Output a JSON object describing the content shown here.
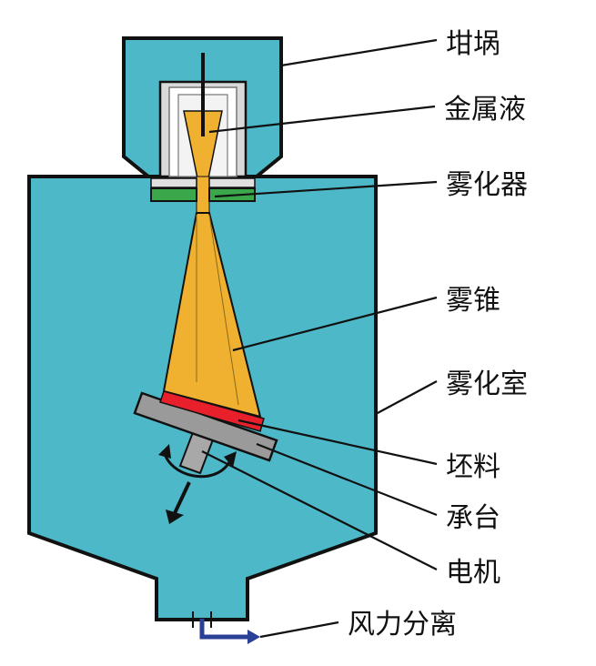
{
  "diagram": {
    "labels": {
      "crucible": "坩埚",
      "molten_metal": "金属液",
      "atomizer": "雾化器",
      "spray_cone": "雾锥",
      "atomization_chamber": "雾化室",
      "billet": "坯料",
      "substrate": "承台",
      "motor": "电机",
      "cyclone_separation": "风力分离"
    },
    "colors": {
      "chamber_fill": "#4cb8c8",
      "molten_metal": "#f0b030",
      "atomizer_ring": "#3aa84a",
      "billet": "#e8202c",
      "substrate": "#9a9a9a",
      "outline": "#111111",
      "exhaust_arrow": "#2a3f96"
    }
  }
}
